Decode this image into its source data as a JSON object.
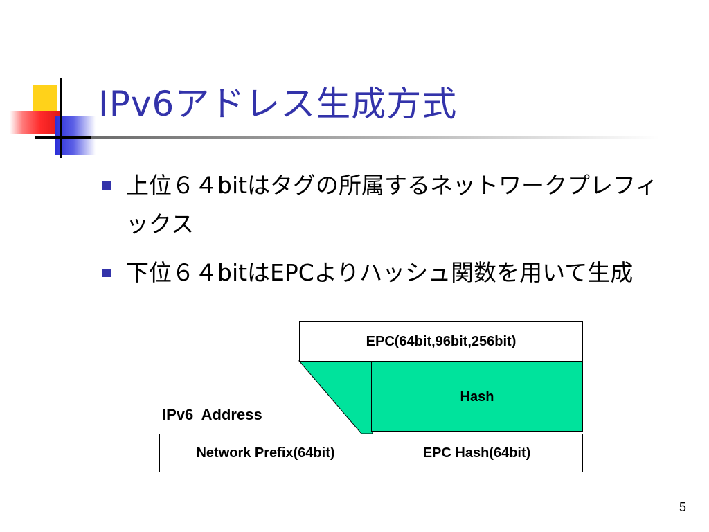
{
  "slide": {
    "title": "IPv6アドレス生成方式",
    "bullets": [
      "上位６４bitはタグの所属するネットワークプレフィックス",
      "下位６４bitはEPCよりハッシュ関数を用いて生成"
    ],
    "page_number": "5"
  },
  "diagram": {
    "epc_label": "EPC(64bit,96bit,256bit)",
    "hash_label": "Hash",
    "ipv6_label": "IPv6  Address",
    "prefix_label": "Network Prefix(64bit)",
    "epc_hash_label": "EPC Hash(64bit)",
    "hash_color": "#00e39c"
  },
  "colors": {
    "title": "#3333aa",
    "bullet": "#3333aa",
    "logo_yellow": "#ffd21a",
    "logo_red": "#ff2a2a",
    "logo_blue": "#2b2fd8"
  }
}
